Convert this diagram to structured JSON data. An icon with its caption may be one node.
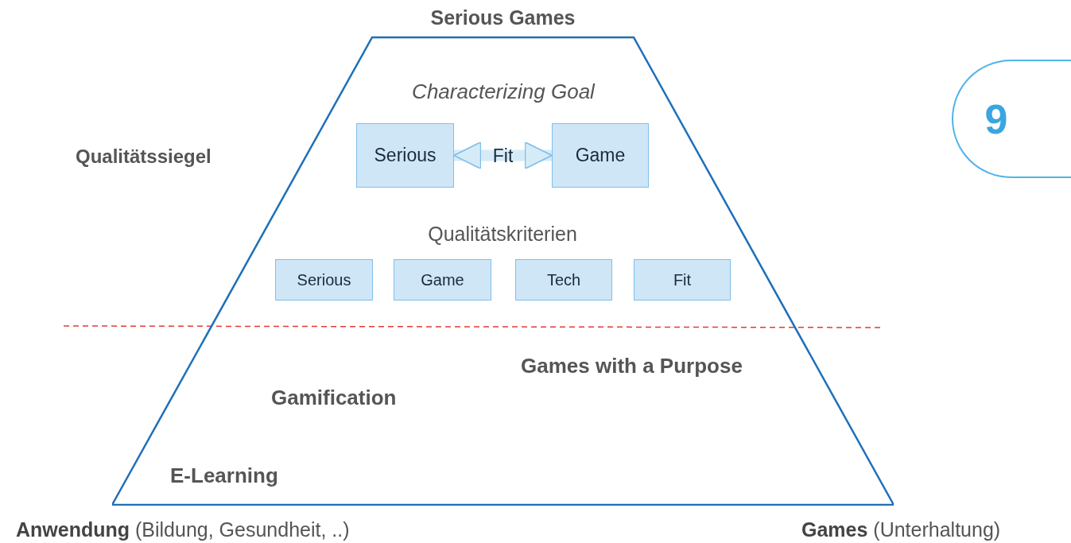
{
  "diagram": {
    "nodes": [
      {
        "text": [
          "Serious Games"
        ]
      },
      {
        "text": [
          "Serious"
        ],
        "in": 0
      },
      {
        "text": [
          "Game"
        ],
        "in": 0
      },
      {
        "text": [
          "Serious"
        ],
        "in": 0
      },
      {
        "text": [
          "Game"
        ],
        "in": 0
      },
      {
        "text": [
          "Tech"
        ],
        "in": 0
      },
      {
        "text": [
          "Fit"
        ],
        "in": 0
      },
      {
        "text": [
          "9"
        ]
      }
    ],
    "edges": [
      {
        "from": 1,
        "to": 2,
        "arrow": "both",
        "label": "Fit"
      }
    ],
    "labels": [
      "Characterizing Goal",
      "Qualitätssiegel",
      "Qualitätskriterien",
      "Games with a Purpose",
      "Gamification",
      "E-Learning",
      "**Anwendung** (Bildung, Gesundheit, ..)",
      "**Games** (Unterhaltung)"
    ]
  }
}
